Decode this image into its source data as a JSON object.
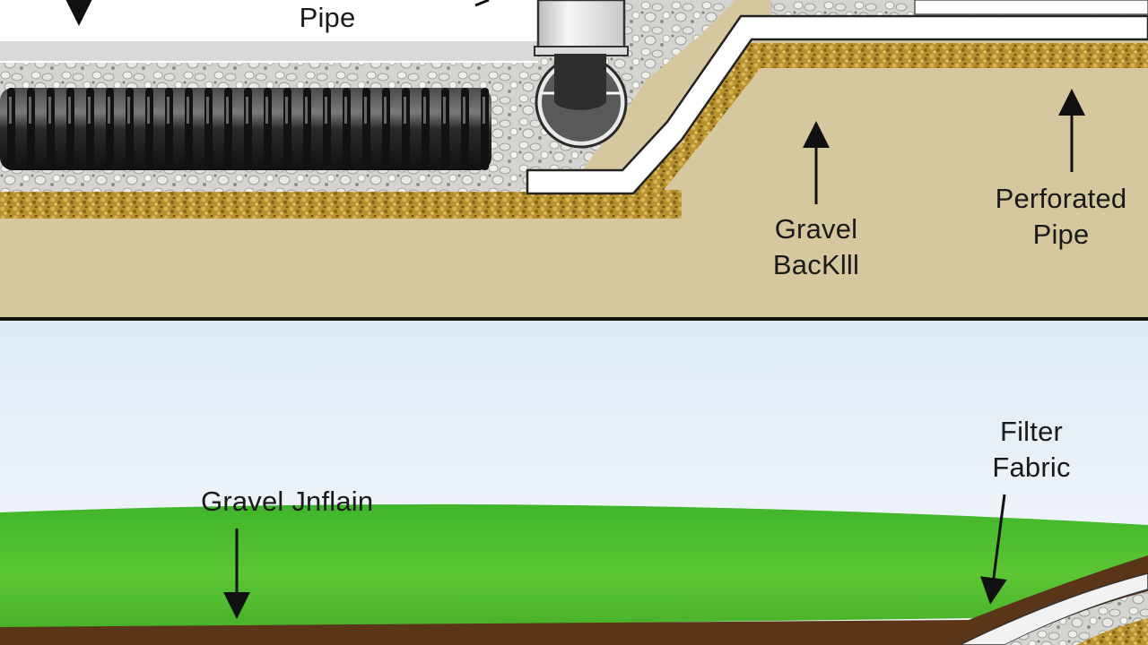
{
  "top_panel": {
    "labels": {
      "pipe": "Pipe",
      "gravel_backfill": [
        "Gravel",
        "BacKlll"
      ],
      "perforated_pipe": [
        "Perforated",
        "Pipe"
      ]
    }
  },
  "bottom_panel": {
    "labels": {
      "gravel_drain": "Gravel Jnflain",
      "filter_fabric": [
        "Filter",
        "Fabric"
      ]
    }
  },
  "colors": {
    "soil": "#d6c89e",
    "soil_edge": "#b89a3c",
    "gravel": "#cfcfcb",
    "pipe": "#2b2b2b",
    "sky": "#e6f0f8",
    "grass": "#48c02c",
    "earth": "#5a3517"
  }
}
